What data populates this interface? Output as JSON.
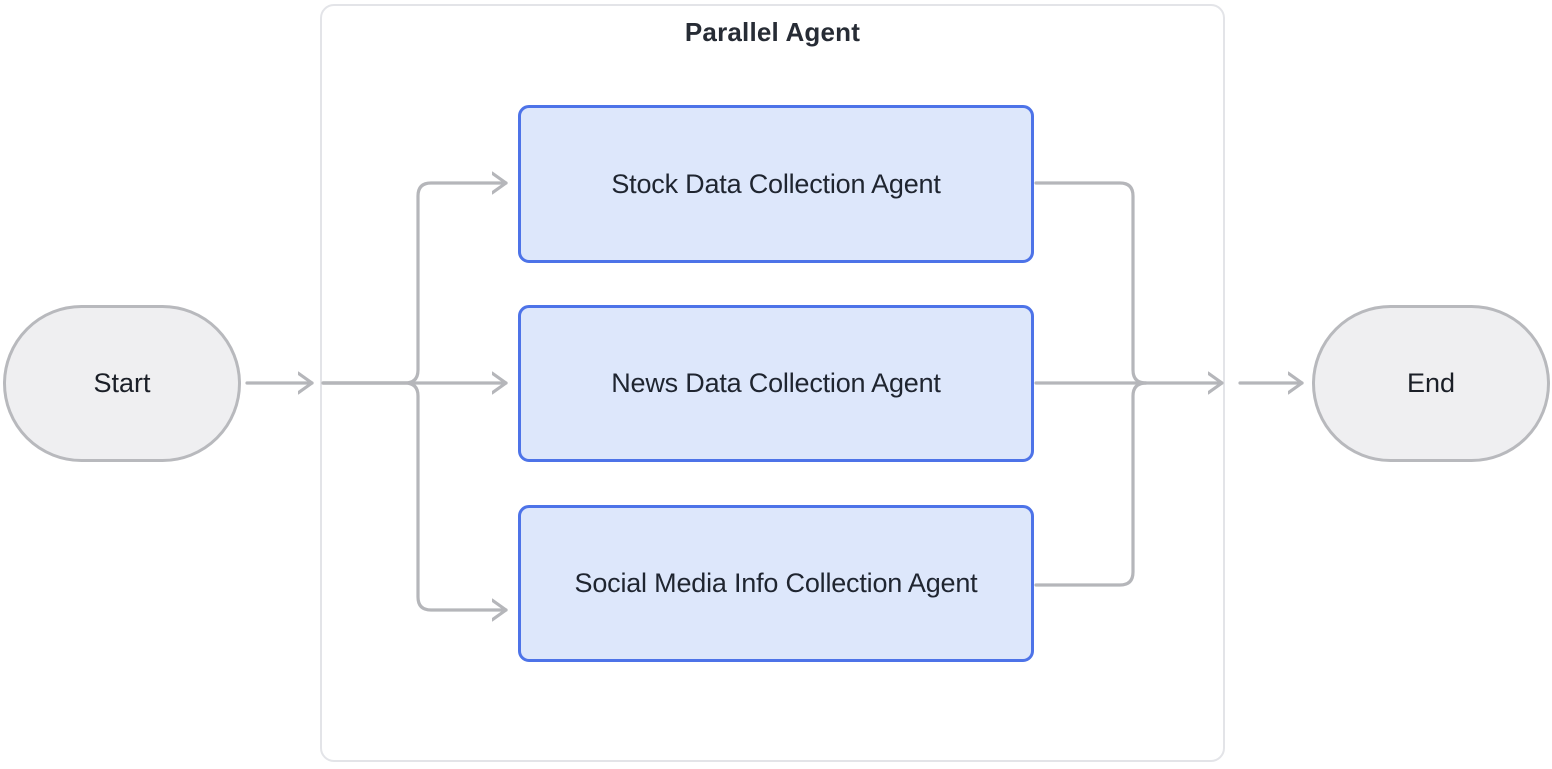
{
  "diagram": {
    "title": "Parallel Agent",
    "start": {
      "label": "Start"
    },
    "end": {
      "label": "End"
    },
    "agents": [
      {
        "label": "Stock Data Collection Agent"
      },
      {
        "label": "News Data Collection Agent"
      },
      {
        "label": "Social Media Info Collection Agent"
      }
    ],
    "edges": [
      {
        "from": "start",
        "to": "parallel-agent"
      },
      {
        "from": "parallel-agent-input",
        "to": "stock-data-collection-agent"
      },
      {
        "from": "parallel-agent-input",
        "to": "news-data-collection-agent"
      },
      {
        "from": "parallel-agent-input",
        "to": "social-media-info-collection-agent"
      },
      {
        "from": "stock-data-collection-agent",
        "to": "parallel-agent-output"
      },
      {
        "from": "news-data-collection-agent",
        "to": "parallel-agent-output"
      },
      {
        "from": "social-media-info-collection-agent",
        "to": "parallel-agent-output"
      },
      {
        "from": "parallel-agent",
        "to": "end"
      }
    ],
    "colors": {
      "background": "#ffffff",
      "agent_fill": "#dde7fb",
      "agent_border": "#4d73e8",
      "terminal_fill": "#efeff1",
      "terminal_border": "#b8b9bd",
      "container_border": "#e3e4e8",
      "connector": "#b5b6ba",
      "node_text": "#1f2530",
      "title_text": "#272c35"
    }
  }
}
